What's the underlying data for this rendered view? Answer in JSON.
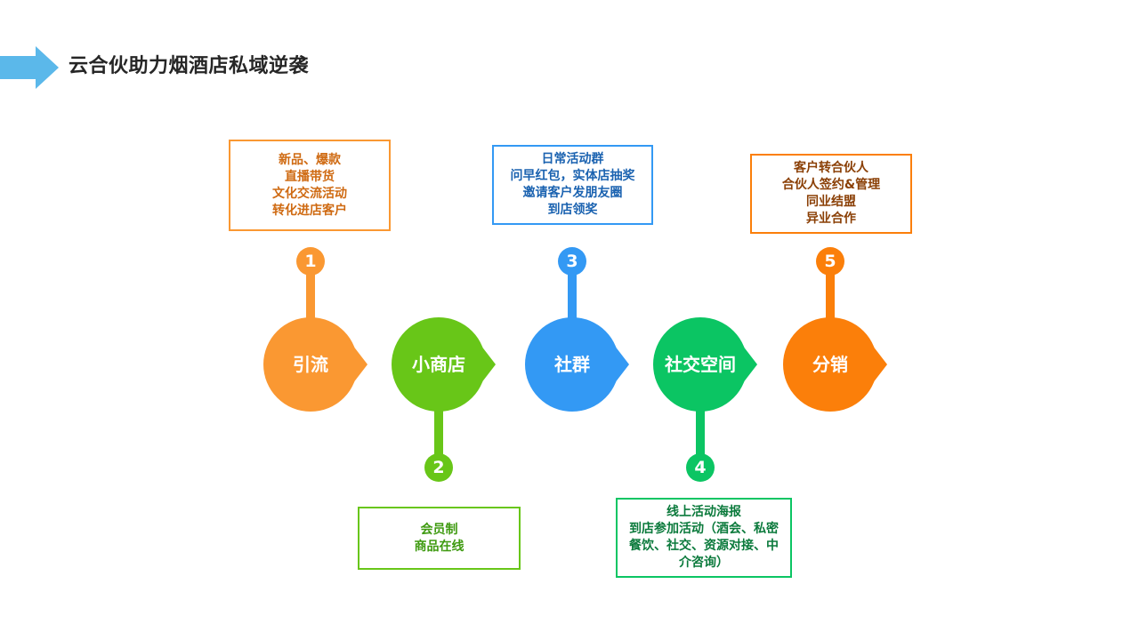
{
  "header": {
    "title": "云合伙助力烟酒店私域逆袭",
    "arrow_color": "#5bb8ea"
  },
  "steps": [
    {
      "number": "1",
      "label": "引流",
      "color": "#fa9832",
      "text_color": "#cf6a12",
      "notes": [
        "新品、爆款",
        "直播带货",
        "文化交流活动",
        "转化进店客户"
      ]
    },
    {
      "number": "2",
      "label": "小商店",
      "color": "#68c618",
      "text_color": "#3e9a10",
      "notes": [
        "会员制",
        "商品在线"
      ]
    },
    {
      "number": "3",
      "label": "社群",
      "color": "#3399f4",
      "text_color": "#1a62b0",
      "notes": [
        "日常活动群",
        "问早红包，实体店抽奖",
        "邀请客户发朋友圈",
        "到店领奖"
      ]
    },
    {
      "number": "4",
      "label": "社交空间",
      "color": "#0bc563",
      "text_color": "#0b7a3c",
      "notes": [
        "线上活动海报",
        "到店参加活动（酒会、私密",
        "餐饮、社交、资源对接、中",
        "介咨询）"
      ]
    },
    {
      "number": "5",
      "label": "分销",
      "color": "#fb7f0a",
      "text_color": "#8a3f05",
      "notes": [
        "客户转合伙人",
        "合伙人签约&管理",
        "同业结盟",
        "异业合作"
      ]
    }
  ]
}
